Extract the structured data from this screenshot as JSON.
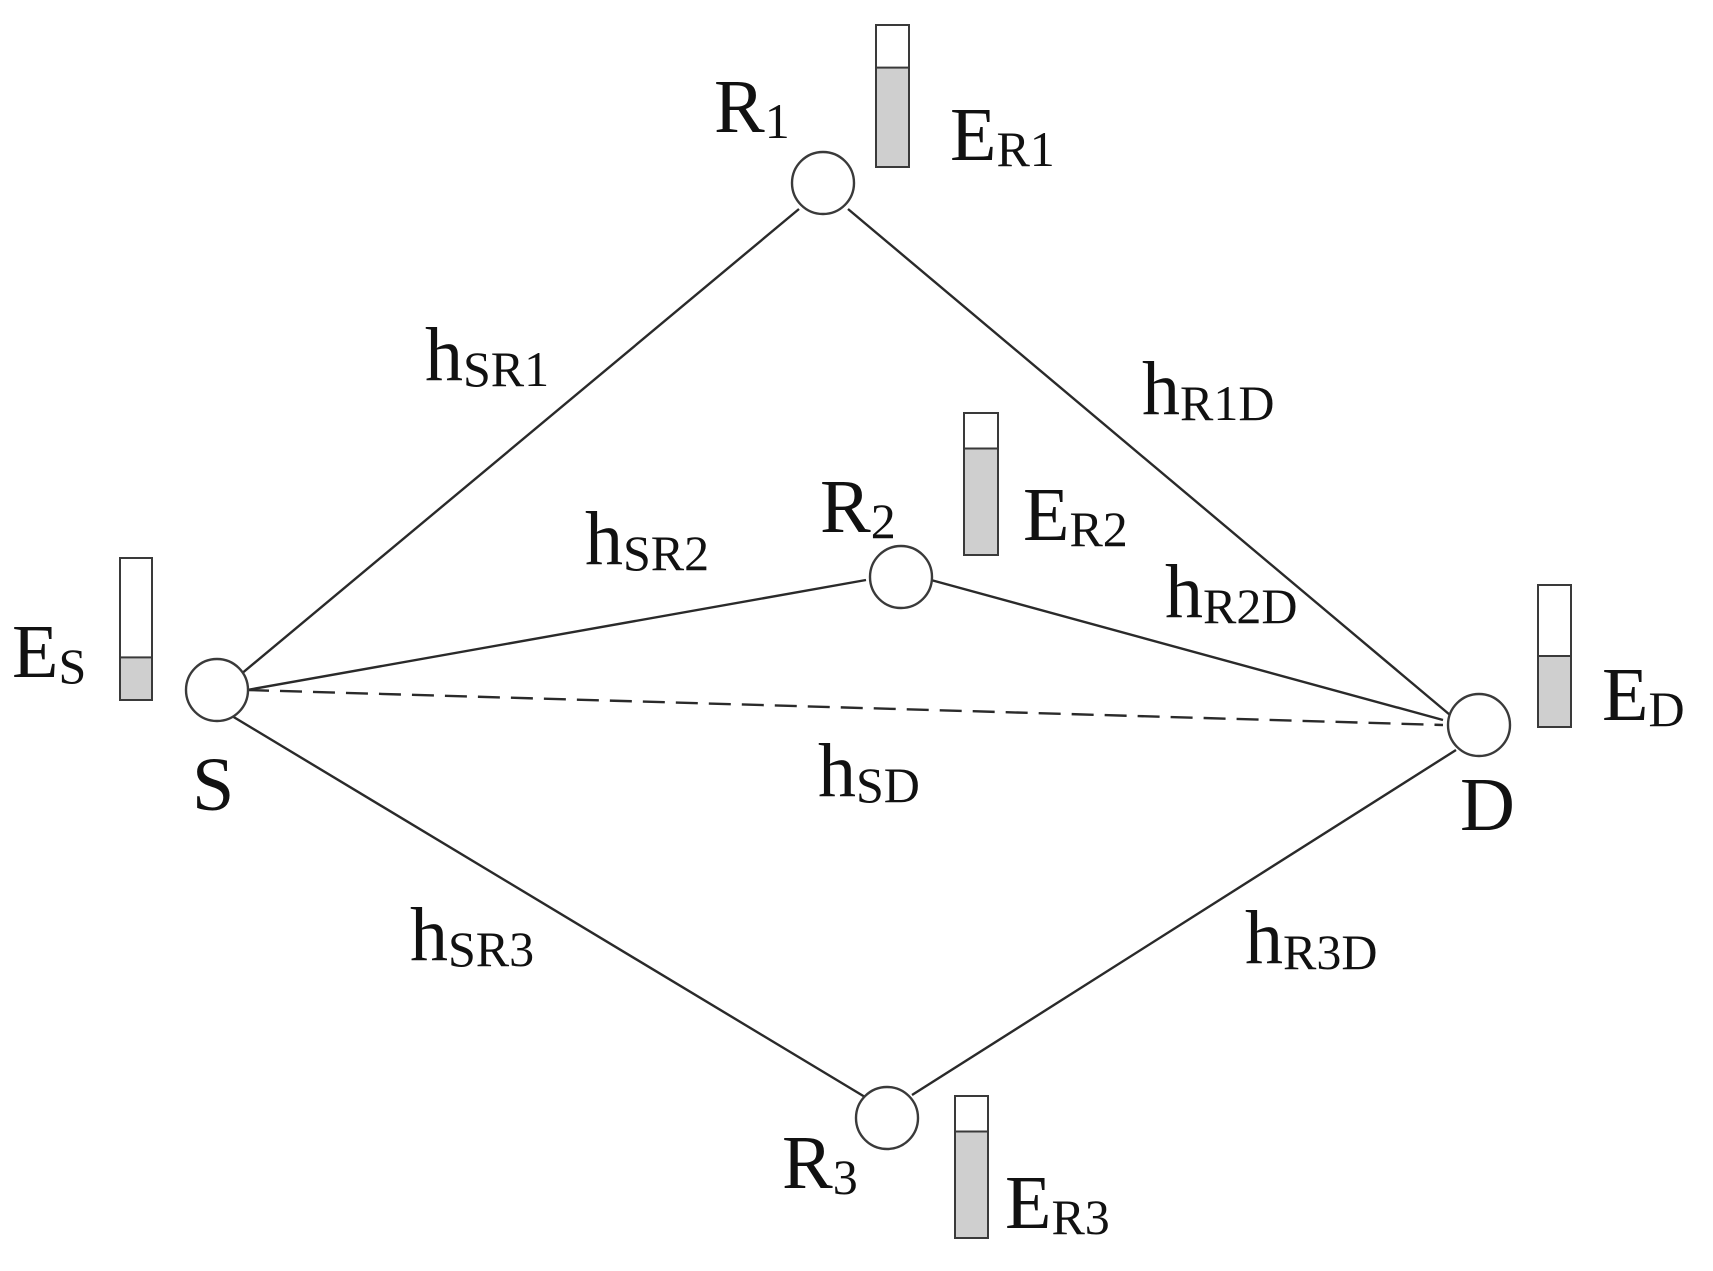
{
  "colors": {
    "line": "#2a2a2a",
    "node_fill": "#ffffff",
    "battery_fill": "#cfcfcf"
  },
  "nodes": {
    "S": {
      "main": "S"
    },
    "D": {
      "main": "D"
    },
    "R1": {
      "main": "R",
      "sub": "1"
    },
    "R2": {
      "main": "R",
      "sub": "2"
    },
    "R3": {
      "main": "R",
      "sub": "3"
    }
  },
  "links": {
    "SR1": {
      "main": "h",
      "sub": "SR1"
    },
    "R1D": {
      "main": "h",
      "sub": "R1D"
    },
    "SR2": {
      "main": "h",
      "sub": "SR2"
    },
    "R2D": {
      "main": "h",
      "sub": "R2D"
    },
    "SD": {
      "main": "h",
      "sub": "SD",
      "style": "dashed"
    },
    "SR3": {
      "main": "h",
      "sub": "SR3"
    },
    "R3D": {
      "main": "h",
      "sub": "R3D"
    }
  },
  "energy": {
    "ES": {
      "main": "E",
      "sub": "S",
      "level": 0.3
    },
    "ER1": {
      "main": "E",
      "sub": "R1",
      "level": 0.7
    },
    "ER2": {
      "main": "E",
      "sub": "R2",
      "level": 0.75
    },
    "ED": {
      "main": "E",
      "sub": "D",
      "level": 0.5
    },
    "ER3": {
      "main": "E",
      "sub": "R3",
      "level": 0.75
    }
  }
}
